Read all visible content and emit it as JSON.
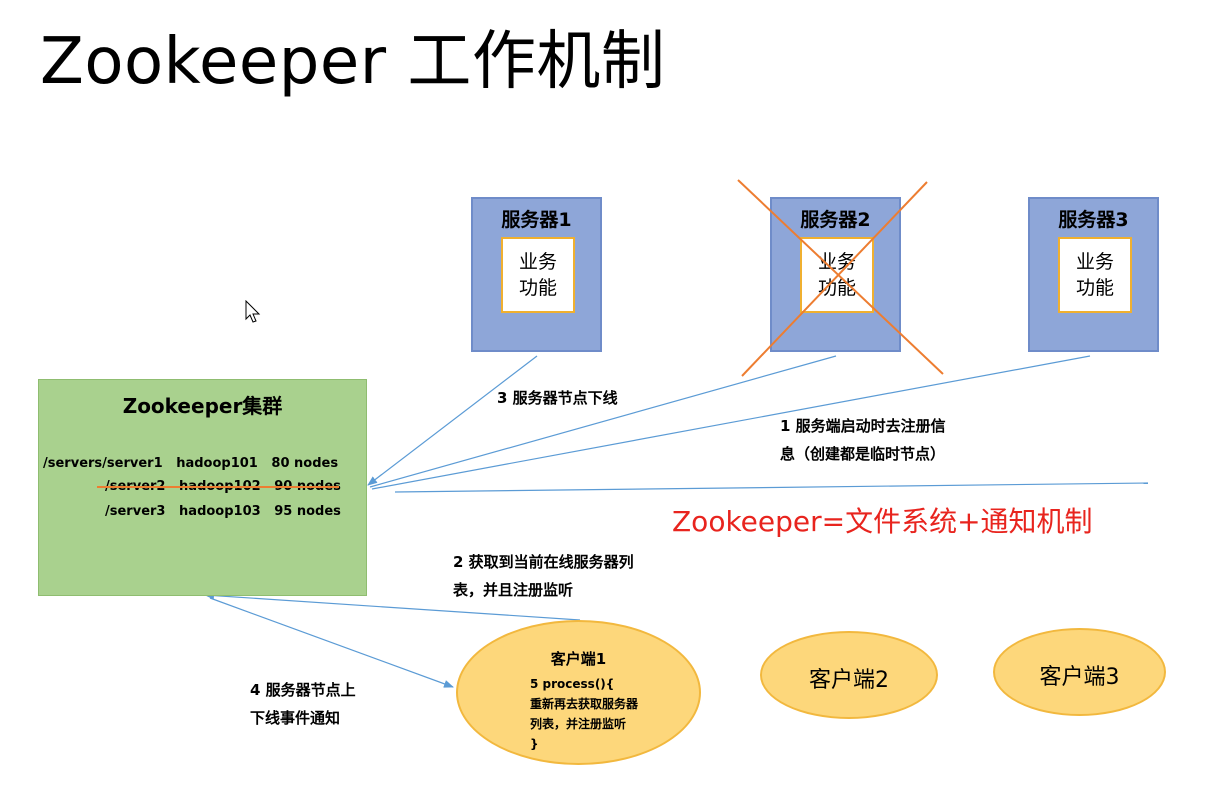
{
  "title": "Zookeeper 工作机制",
  "servers": [
    {
      "name": "服务器1",
      "function": [
        "业务",
        "功能"
      ],
      "offline": false
    },
    {
      "name": "服务器2",
      "function": [
        "业务",
        "功能"
      ],
      "offline": true
    },
    {
      "name": "服务器3",
      "function": [
        "业务",
        "功能"
      ],
      "offline": false
    }
  ],
  "cluster": {
    "title": "Zookeeper集群",
    "entries": [
      {
        "text": "/servers/server1   hadoop101   80 nodes",
        "struck": false
      },
      {
        "text": "/server2   hadoop102   90 nodes",
        "struck": true
      },
      {
        "text": "/server3   hadoop103   95 nodes",
        "struck": false
      }
    ]
  },
  "steps": {
    "step1": [
      "1  服务端启动时去注册信",
      "息（创建都是临时节点）"
    ],
    "step2": [
      "2  获取到当前在线服务器列",
      "表，并且注册监听"
    ],
    "step3": "3 服务器节点下线",
    "step4": [
      "4  服务器节点上",
      "下线事件通知"
    ]
  },
  "formula": "Zookeeper=文件系统+通知机制",
  "clients": [
    {
      "name": "客户端1",
      "code": [
        "5 process(){",
        "重新再去获取服务器",
        "列表，并注册监听",
        "}"
      ]
    },
    {
      "name": "客户端2"
    },
    {
      "name": "客户端3"
    }
  ],
  "colors": {
    "server_fill": "#8ea6d8",
    "cluster_fill": "#a9d18e",
    "client_fill": "#fdd77b",
    "arrow": "#5b9bd5",
    "cross": "#ed7d31",
    "formula": "#e8241e"
  },
  "icons": {
    "cursor": "mouse-pointer-icon"
  }
}
